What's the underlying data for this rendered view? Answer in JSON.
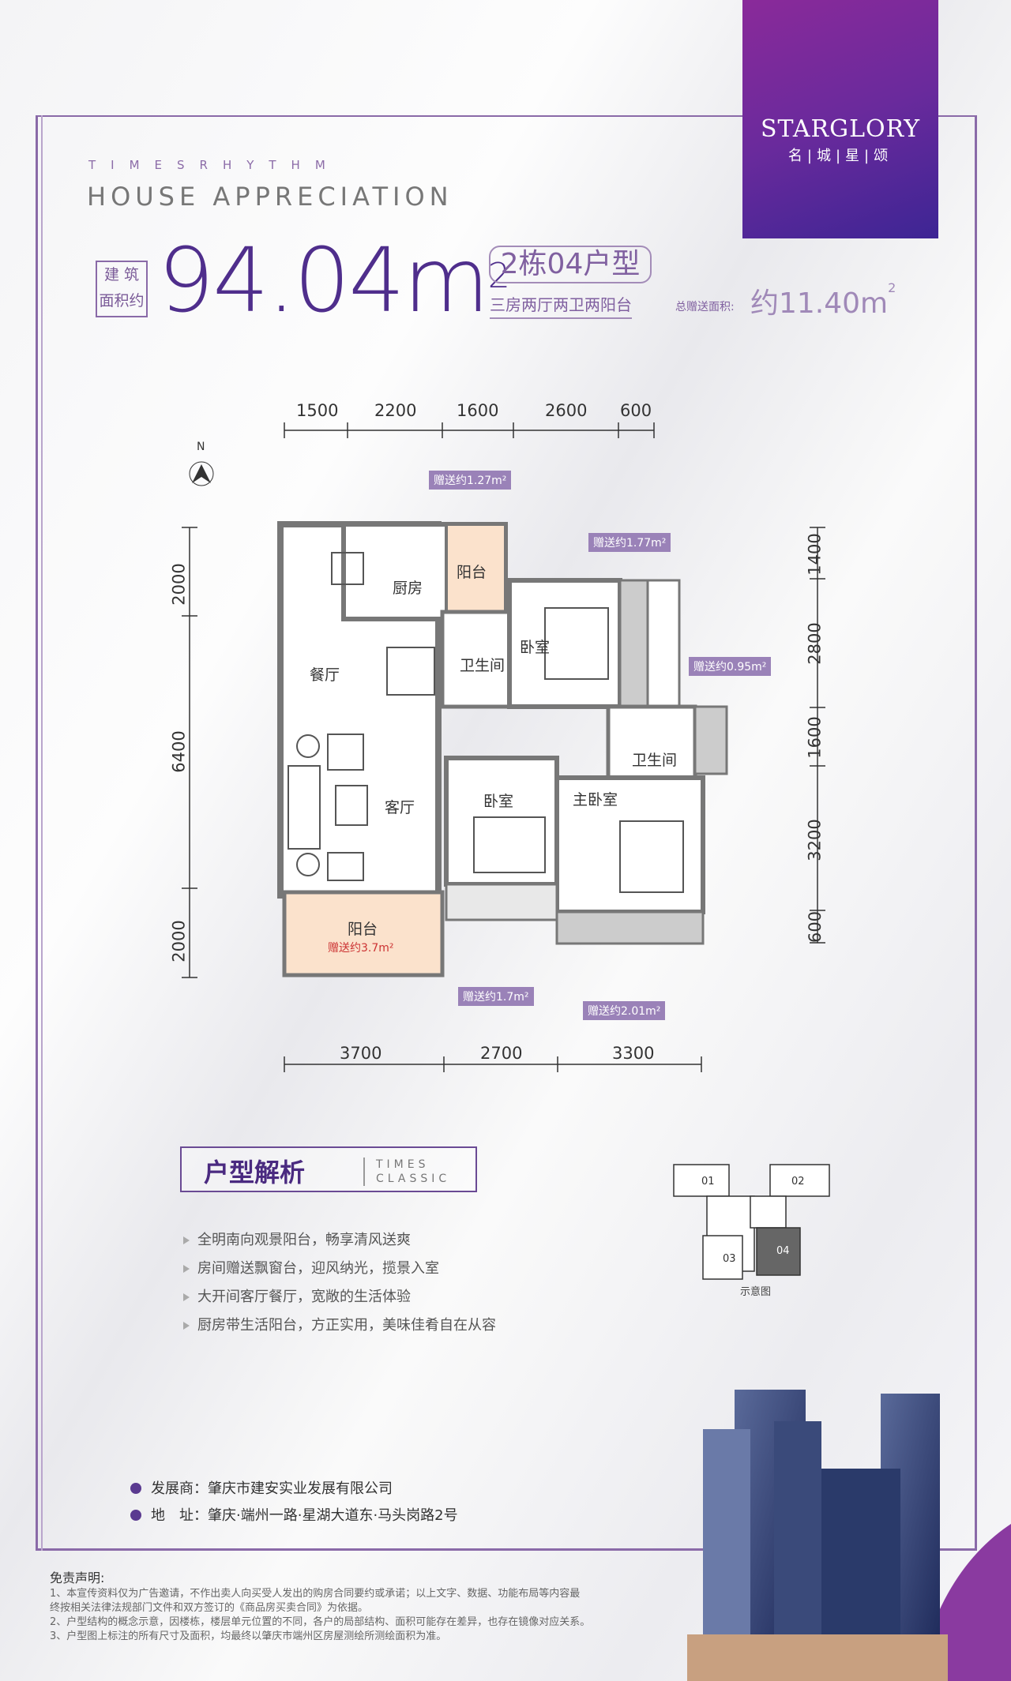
{
  "logo": {
    "en": "STARGLORY",
    "cn": "名|城|星|颂"
  },
  "header": {
    "rhythm": "TIMESRHYTHM",
    "appreciation": "HOUSE APPRECIATION",
    "area_label_1": "建 筑",
    "area_label_2": "面积约",
    "area": "94.04m",
    "area_sup": "2",
    "unit_type": "2栋04户型",
    "layout": "三房两厅两卫两阳台",
    "gift_label": "总赠送面积:",
    "gift_area": "约11.40m",
    "gift_sup": "2"
  },
  "plan": {
    "top_dims": [
      "1500",
      "2200",
      "1600",
      "2600",
      "600"
    ],
    "bottom_dims": [
      "3700",
      "2700",
      "3300"
    ],
    "left_dims": [
      "2000",
      "6400",
      "2000"
    ],
    "right_dims": [
      "1400",
      "2800",
      "1600",
      "3200",
      "600"
    ],
    "north": "N",
    "rooms": {
      "kitchen": "厨房",
      "balcony_small": "阳台",
      "bath1": "卫生间",
      "bedroom1": "卧室",
      "dining": "餐厅",
      "living": "客厅",
      "bath2": "卫生间",
      "bedroom2": "卧室",
      "master": "主卧室",
      "balcony_big": "阳台",
      "balcony_big_gift": "赠送约3.7m²"
    },
    "gifts": [
      "赠送约1.27m²",
      "赠送约1.77m²",
      "赠送约0.95m²",
      "赠送约1.7m²",
      "赠送约2.01m²"
    ]
  },
  "analysis": {
    "title": "户型解析",
    "en1": "TIMES",
    "en2": "CLASSIC",
    "points": [
      "全明南向观景阳台，畅享清风送爽",
      "房间赠送飘窗台，迎风纳光，揽景入室",
      "大开间客厅餐厅，宽敞的生活体验",
      "厨房带生活阳台，方正实用，美味佳肴自在从容"
    ]
  },
  "keyplan": {
    "units": [
      "01",
      "02",
      "03",
      "04"
    ],
    "caption": "示意图"
  },
  "developer": {
    "label": "发展商：",
    "value": "肇庆市建安实业发展有限公司",
    "addr_label": "地　址：",
    "addr": "肇庆·端州一路·星湖大道东·马头岗路2号"
  },
  "disclaimer": {
    "title": "免责声明:",
    "lines": [
      "1、本宣传资料仅为广告邀请，不作出卖人向买受人发出的购房合同要约或承诺；以上文字、数据、功能布局等内容最",
      "终按相关法律法规部门文件和双方签订的《商品房买卖合同》为依据。",
      "2、户型结构的概念示意，因楼栋，楼层单元位置的不同，各户的局部结构、面积可能存在差异，也存在镜像对应关系。",
      "3、户型图上标注的所有尺寸及面积，均最终以肇庆市端州区房屋测绘所测绘面积为准。"
    ]
  }
}
